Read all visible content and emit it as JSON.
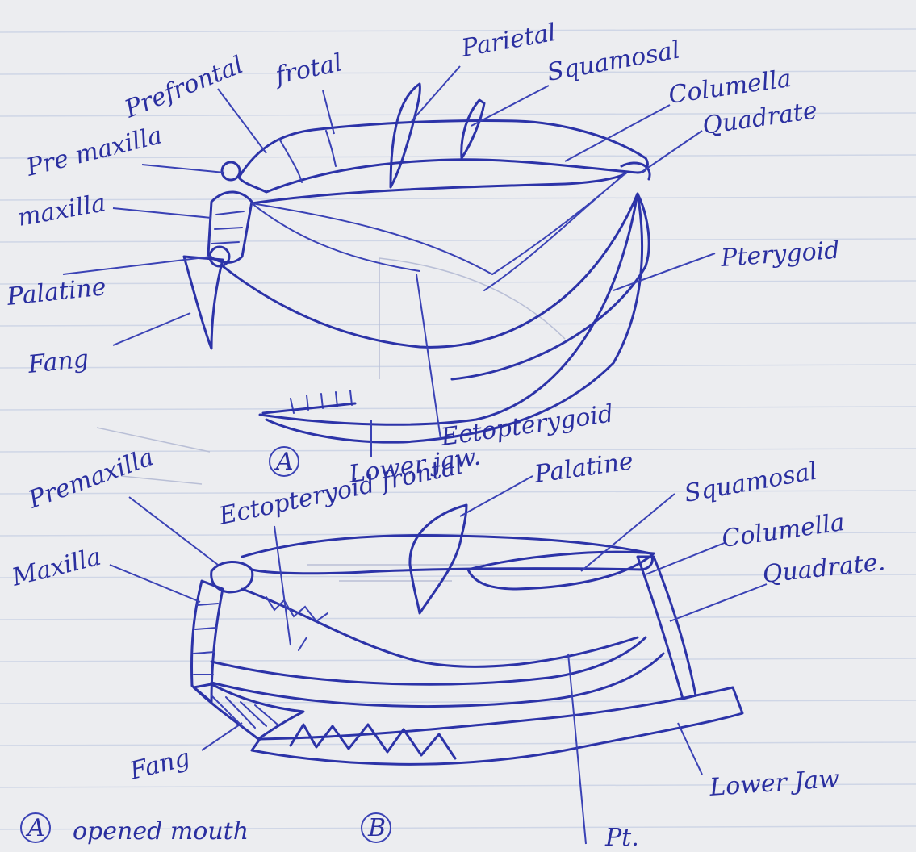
{
  "diagram_a": {
    "marker": "A",
    "labels": {
      "prefrontal": "Prefrontal",
      "frontal": "frotal",
      "parietal": "Parietal",
      "squamosal": "Squamosal",
      "columella": "Columella",
      "quadrate": "Quadrate",
      "premaxilla": "Pre maxilla",
      "maxilla": "maxilla",
      "palatine": "Palatine",
      "fang": "Fang",
      "pterygoid": "Pterygoid",
      "ectopterygoid": "Ectopterygoid",
      "lower_jaw": "Lower jaw."
    }
  },
  "diagram_b": {
    "marker": "B",
    "labels": {
      "premaxilla": "Premaxilla",
      "ectopterygoid_frontal": "Ectopteryoid frontal",
      "palatine": "Palatine",
      "squamosal": "Squamosal",
      "columella": "Columella",
      "quadrate": "Quadrate.",
      "maxilla": "Maxilla",
      "fang": "Fang",
      "lower_jaw": "Lower Jaw",
      "pt": "Pt."
    }
  },
  "caption": {
    "marker": "A",
    "text": "opened mouth"
  }
}
